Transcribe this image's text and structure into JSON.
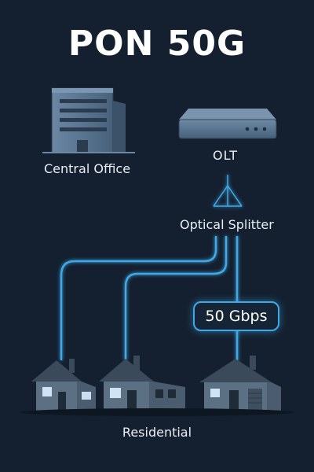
{
  "title": "PON 50G",
  "central_office": {
    "label": "Central Office"
  },
  "olt": {
    "label": "OLT"
  },
  "splitter": {
    "label": "Optical Splitter"
  },
  "speed_badge": {
    "label": "50 Gbps"
  },
  "residential": {
    "label": "Residential"
  },
  "colors": {
    "background": "#14202f",
    "fiber_glow": "#3fa9e8",
    "building": "#5a7690",
    "house_wall": "#5c7084",
    "house_roof": "#3a4a5a"
  }
}
